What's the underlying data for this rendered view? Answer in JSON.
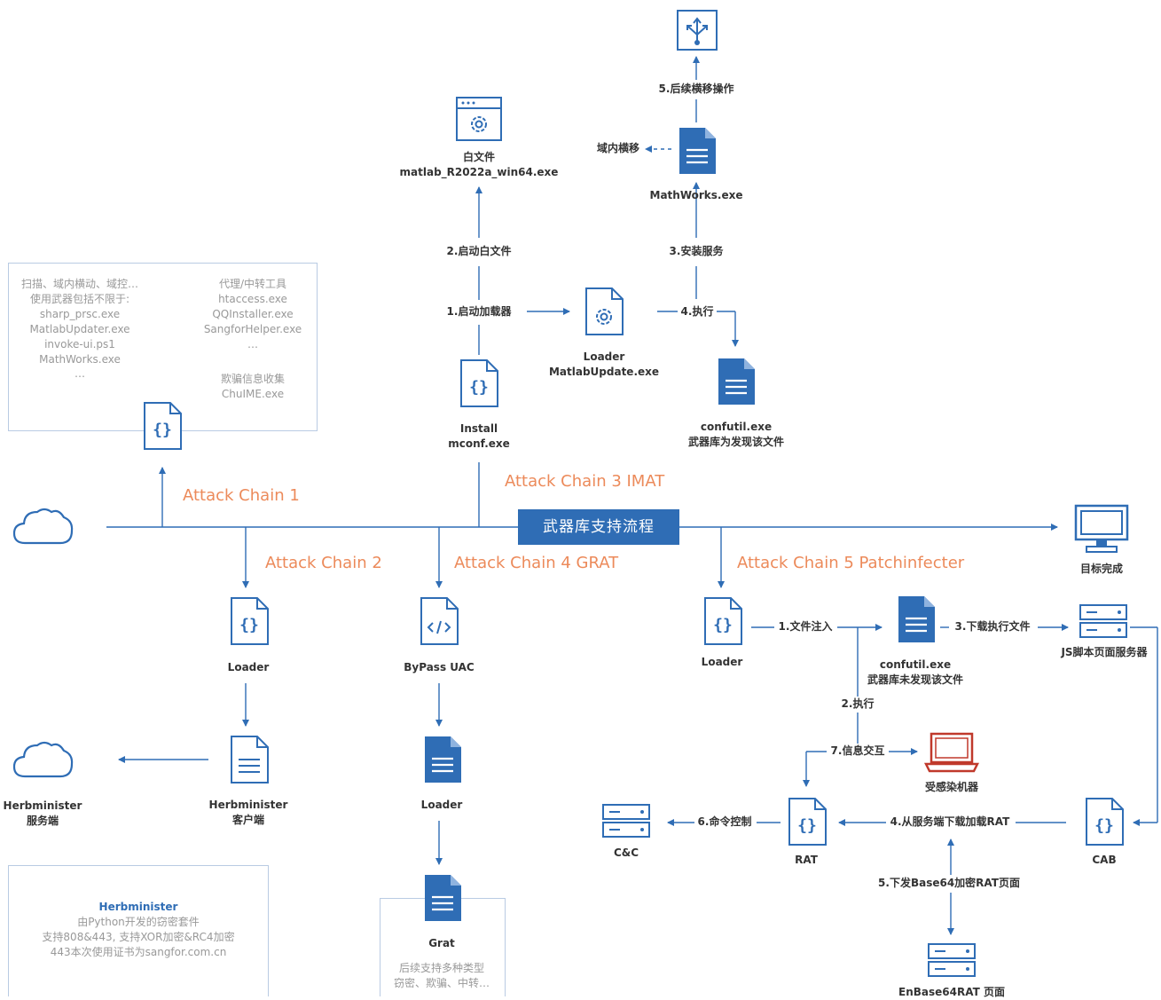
{
  "banner": "武器库支持流程",
  "chains": {
    "c1": "Attack Chain 1",
    "c2": "Attack Chain 2",
    "c3": "Attack Chain 3 IMAT",
    "c4": "Attack Chain 4 GRAT",
    "c5": "Attack Chain 5 Patchinfecter"
  },
  "chain1_box": {
    "left": [
      "扫描、域内横动、域控…",
      "使用武器包括不限于:",
      "sharp_prsc.exe",
      "MatlabUpdater.exe",
      "invoke-ui.ps1",
      "MathWorks.exe",
      "…"
    ],
    "right": [
      "代理/中转工具",
      "htaccess.exe",
      "QQInstaller.exe",
      "SangforHelper.exe",
      "…",
      "",
      "欺骗信息收集",
      "ChuIME.exe"
    ]
  },
  "chain3": {
    "white_file": [
      "白文件",
      "matlab_R2022a_win64.exe"
    ],
    "step2": "2.启动白文件",
    "step1": "1.启动加载器",
    "install": [
      "Install",
      "mconf.exe"
    ],
    "loader": [
      "Loader",
      "MatlabUpdate.exe"
    ],
    "step4": "4.执行",
    "confutil": [
      "confutil.exe",
      "武器库为发现该文件"
    ],
    "step3": "3.安装服务",
    "mathworks": "MathWorks.exe",
    "lateral": "域内横移",
    "step5": "5.后续横移操作"
  },
  "target": "目标完成",
  "chain2": {
    "loader": "Loader",
    "client": [
      "Herbminister",
      "客户端"
    ],
    "server": [
      "Herbminister",
      "服务端"
    ],
    "note": [
      "Herbminister",
      "由Python开发的窃密套件",
      "支持808&443, 支持XOR加密&RC4加密",
      "443本次使用证书为sangfor.com.cn"
    ]
  },
  "chain4": {
    "bypass": "ByPass UAC",
    "loader": "Loader",
    "grat": "Grat",
    "note": [
      "后续支持多种类型",
      "窃密、欺骗、中转…"
    ]
  },
  "chain5": {
    "loader": "Loader",
    "step1": "1.文件注入",
    "confutil": [
      "confutil.exe",
      "武器库未发现该文件"
    ],
    "step3": "3.下载执行文件",
    "js_server": "JS脚本页面服务器",
    "step2": "2.执行",
    "step7": "7.信息交互",
    "infected": "受感染机器",
    "cc": "C&C",
    "step6": "6.命令控制",
    "rat": "RAT",
    "step4": "4.从服务端下载加载RAT",
    "cab": "CAB",
    "step5": "5.下发Base64加密RAT页面",
    "enbase": "EnBase64RAT 页面"
  },
  "colors": {
    "accent": "#2f6db5",
    "chain": "#ec8a5a",
    "infected": "#c0392b"
  }
}
